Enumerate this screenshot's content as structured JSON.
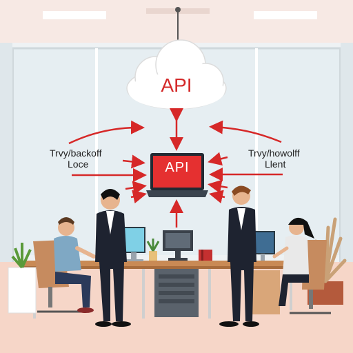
{
  "cloud": {
    "label": "API"
  },
  "laptop": {
    "label": "API"
  },
  "left_caption": {
    "line1": "Trvy/backoff",
    "line2": "Loce"
  },
  "right_caption": {
    "line1": "Trvy/howolff",
    "line2": "Llent"
  },
  "colors": {
    "arrow": "#d62828",
    "screen": "#e53030",
    "floor": "#f6d6c8",
    "wall": "#eef2f4",
    "desk": "#c98a55"
  }
}
